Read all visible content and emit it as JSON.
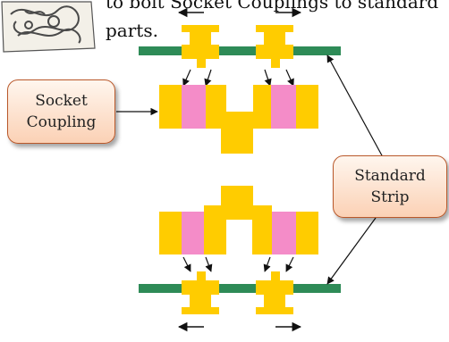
{
  "page": {
    "text_line1": "to bolt Socket Couplings to standard",
    "text_line2": "parts."
  },
  "labels": {
    "socket_coupling_line1": "Socket",
    "socket_coupling_line2": "Coupling",
    "standard_strip_line1": "Standard",
    "standard_strip_line2": "Strip"
  },
  "colors": {
    "yellow": "#FFCC00",
    "pink": "#F48CC8",
    "green": "#2E8B57",
    "callout_border": "#B9582A",
    "callout_fill": "#FBD1B5"
  },
  "icons": [
    "corner-ornament-icon",
    "left-arrow-icon",
    "right-arrow-icon"
  ]
}
